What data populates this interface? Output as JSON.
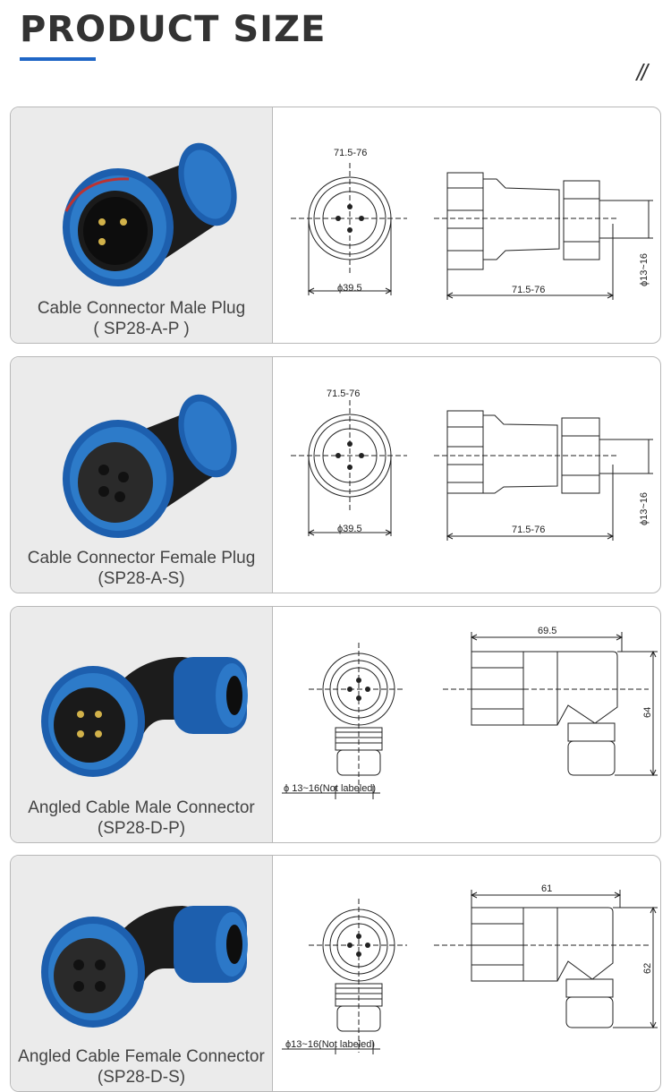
{
  "header": {
    "title": "PRODUCT SIZE",
    "slashes": "//"
  },
  "colors": {
    "accent": "#1f66c6",
    "connector_blue": "#1d5fae",
    "connector_black": "#1c1c1c"
  },
  "products": [
    {
      "name": "Cable Connector Male Plug",
      "model": "( SP28-A-P )",
      "dims": {
        "front_top": "71.5-76",
        "front_diameter": "ϕ39.5",
        "side_length": "71.5-76",
        "cable": "ϕ13~16"
      }
    },
    {
      "name": "Cable Connector Female Plug",
      "model": "(SP28-A-S)",
      "dims": {
        "front_top": "71.5-76",
        "front_diameter": "ϕ39.5",
        "side_length": "71.5-76",
        "cable": "ϕ13~16"
      }
    },
    {
      "name": "Angled Cable Male Connector",
      "model": "(SP28-D-P)",
      "dims": {
        "cable_note": "ϕ 13~16(Not labeled)",
        "width": "69.5",
        "height": "64"
      }
    },
    {
      "name": "Angled Cable Female Connector",
      "model": "(SP28-D-S)",
      "dims": {
        "cable_note": "ϕ13~16(Not labeled)",
        "width": "61",
        "height": "62"
      }
    }
  ]
}
